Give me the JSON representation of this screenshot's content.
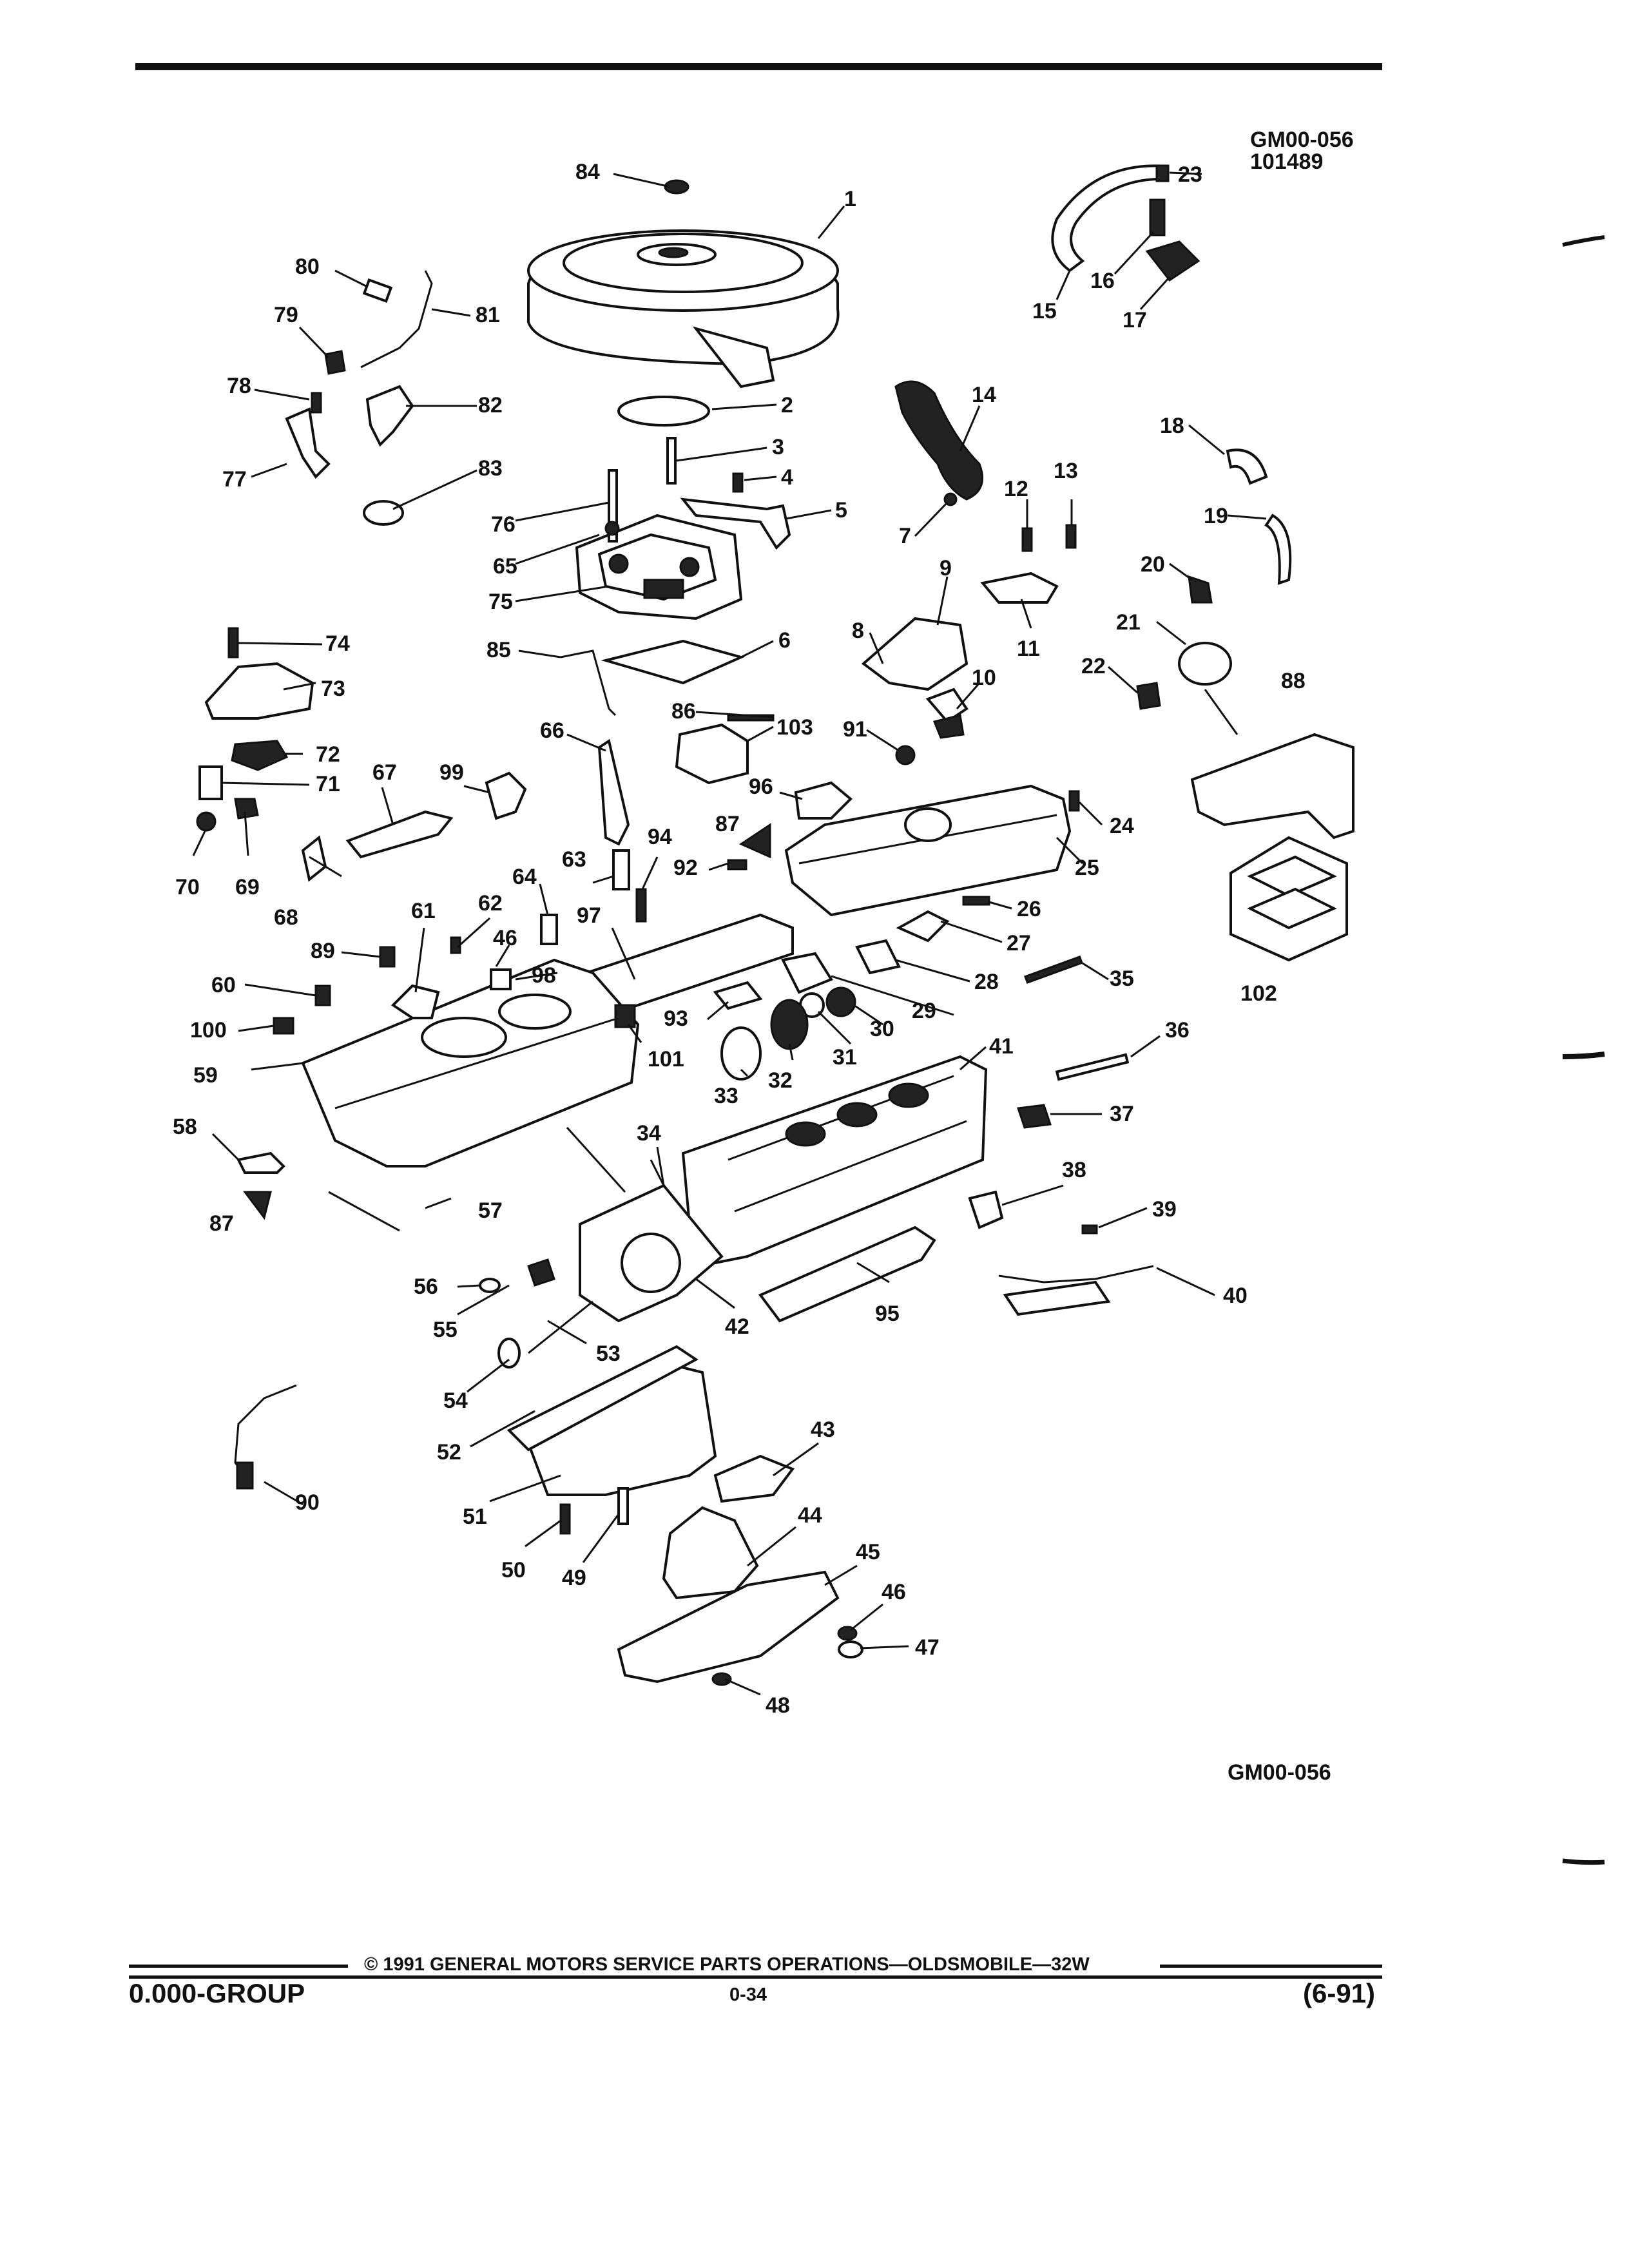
{
  "header": {
    "figure_code": "GM00-056",
    "date_code": "101489"
  },
  "footer_code": "GM00-056",
  "footer": {
    "copyright": "©  1991  GENERAL MOTORS SERVICE PARTS OPERATIONS—OLDSMOBILE—32W",
    "group": "0.000-GROUP",
    "page": "0-34",
    "revision": "(6-91)"
  },
  "callouts": [
    {
      "id": "c1",
      "text": "1"
    },
    {
      "id": "c2",
      "text": "2"
    },
    {
      "id": "c3",
      "text": "3"
    },
    {
      "id": "c4",
      "text": "4"
    },
    {
      "id": "c5",
      "text": "5"
    },
    {
      "id": "c6",
      "text": "6"
    },
    {
      "id": "c7",
      "text": "7"
    },
    {
      "id": "c8",
      "text": "8"
    },
    {
      "id": "c9",
      "text": "9"
    },
    {
      "id": "c10",
      "text": "10"
    },
    {
      "id": "c11",
      "text": "11"
    },
    {
      "id": "c12",
      "text": "12"
    },
    {
      "id": "c13",
      "text": "13"
    },
    {
      "id": "c14",
      "text": "14"
    },
    {
      "id": "c15",
      "text": "15"
    },
    {
      "id": "c16",
      "text": "16"
    },
    {
      "id": "c17",
      "text": "17"
    },
    {
      "id": "c18",
      "text": "18"
    },
    {
      "id": "c19",
      "text": "19"
    },
    {
      "id": "c20",
      "text": "20"
    },
    {
      "id": "c21",
      "text": "21"
    },
    {
      "id": "c22",
      "text": "22"
    },
    {
      "id": "c23",
      "text": "23"
    },
    {
      "id": "c24",
      "text": "24"
    },
    {
      "id": "c25",
      "text": "25"
    },
    {
      "id": "c26",
      "text": "26"
    },
    {
      "id": "c27",
      "text": "27"
    },
    {
      "id": "c28",
      "text": "28"
    },
    {
      "id": "c29",
      "text": "29"
    },
    {
      "id": "c30",
      "text": "30"
    },
    {
      "id": "c31",
      "text": "31"
    },
    {
      "id": "c32",
      "text": "32"
    },
    {
      "id": "c33",
      "text": "33"
    },
    {
      "id": "c34",
      "text": "34"
    },
    {
      "id": "c35",
      "text": "35"
    },
    {
      "id": "c36",
      "text": "36"
    },
    {
      "id": "c37",
      "text": "37"
    },
    {
      "id": "c38",
      "text": "38"
    },
    {
      "id": "c39",
      "text": "39"
    },
    {
      "id": "c40",
      "text": "40"
    },
    {
      "id": "c41",
      "text": "41"
    },
    {
      "id": "c42",
      "text": "42"
    },
    {
      "id": "c43",
      "text": "43"
    },
    {
      "id": "c44",
      "text": "44"
    },
    {
      "id": "c45",
      "text": "45"
    },
    {
      "id": "c46a",
      "text": "46"
    },
    {
      "id": "c46b",
      "text": "46"
    },
    {
      "id": "c47",
      "text": "47"
    },
    {
      "id": "c48",
      "text": "48"
    },
    {
      "id": "c49",
      "text": "49"
    },
    {
      "id": "c50",
      "text": "50"
    },
    {
      "id": "c51",
      "text": "51"
    },
    {
      "id": "c52",
      "text": "52"
    },
    {
      "id": "c53",
      "text": "53"
    },
    {
      "id": "c54",
      "text": "54"
    },
    {
      "id": "c55",
      "text": "55"
    },
    {
      "id": "c56",
      "text": "56"
    },
    {
      "id": "c57",
      "text": "57"
    },
    {
      "id": "c58",
      "text": "58"
    },
    {
      "id": "c59",
      "text": "59"
    },
    {
      "id": "c60",
      "text": "60"
    },
    {
      "id": "c61",
      "text": "61"
    },
    {
      "id": "c62",
      "text": "62"
    },
    {
      "id": "c63",
      "text": "63"
    },
    {
      "id": "c64",
      "text": "64"
    },
    {
      "id": "c65",
      "text": "65"
    },
    {
      "id": "c66",
      "text": "66"
    },
    {
      "id": "c67",
      "text": "67"
    },
    {
      "id": "c68",
      "text": "68"
    },
    {
      "id": "c69",
      "text": "69"
    },
    {
      "id": "c70",
      "text": "70"
    },
    {
      "id": "c71",
      "text": "71"
    },
    {
      "id": "c72",
      "text": "72"
    },
    {
      "id": "c73",
      "text": "73"
    },
    {
      "id": "c74",
      "text": "74"
    },
    {
      "id": "c75",
      "text": "75"
    },
    {
      "id": "c76",
      "text": "76"
    },
    {
      "id": "c77",
      "text": "77"
    },
    {
      "id": "c78",
      "text": "78"
    },
    {
      "id": "c79",
      "text": "79"
    },
    {
      "id": "c80",
      "text": "80"
    },
    {
      "id": "c81",
      "text": "81"
    },
    {
      "id": "c82",
      "text": "82"
    },
    {
      "id": "c83",
      "text": "83"
    },
    {
      "id": "c84",
      "text": "84"
    },
    {
      "id": "c85",
      "text": "85"
    },
    {
      "id": "c86",
      "text": "86"
    },
    {
      "id": "c87a",
      "text": "87"
    },
    {
      "id": "c87b",
      "text": "87"
    },
    {
      "id": "c88",
      "text": "88"
    },
    {
      "id": "c89",
      "text": "89"
    },
    {
      "id": "c90",
      "text": "90"
    },
    {
      "id": "c91",
      "text": "91"
    },
    {
      "id": "c92",
      "text": "92"
    },
    {
      "id": "c93",
      "text": "93"
    },
    {
      "id": "c94",
      "text": "94"
    },
    {
      "id": "c95",
      "text": "95"
    },
    {
      "id": "c96",
      "text": "96"
    },
    {
      "id": "c97",
      "text": "97"
    },
    {
      "id": "c98",
      "text": "98"
    },
    {
      "id": "c99",
      "text": "99"
    },
    {
      "id": "c100",
      "text": "100"
    },
    {
      "id": "c101",
      "text": "101"
    },
    {
      "id": "c102",
      "text": "102"
    },
    {
      "id": "c103",
      "text": "103"
    }
  ]
}
